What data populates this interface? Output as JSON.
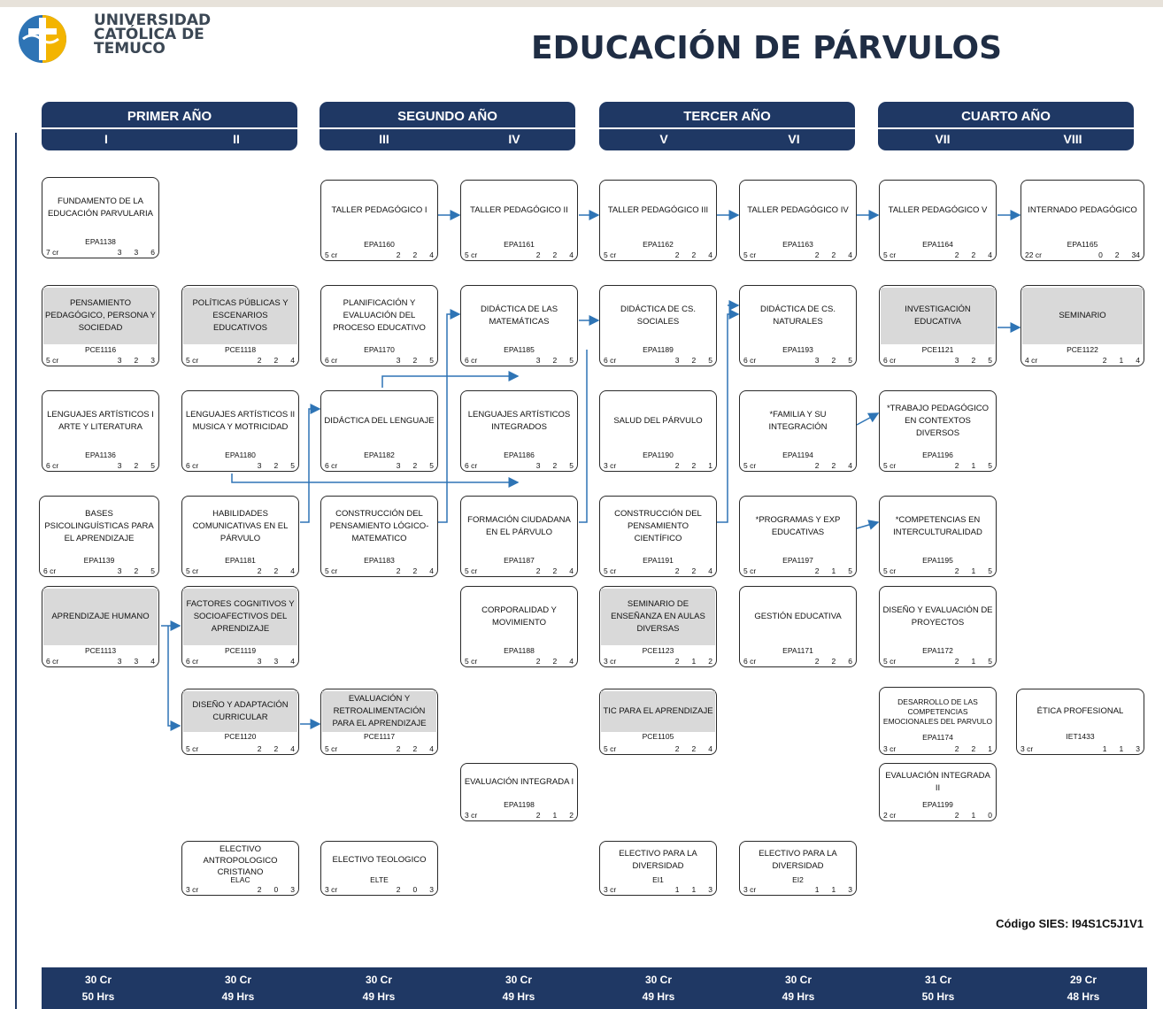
{
  "header": {
    "logo_lines": [
      "UNIVERSIDAD",
      "CATÓLICA DE",
      "TEMUCO"
    ],
    "title": "EDUCACIÓN DE PÁRVULOS",
    "colors": {
      "navy": "#1f3864",
      "gray_course": "#d9d9d9",
      "logo_blue": "#2e74b5",
      "logo_yellow": "#f3b400"
    }
  },
  "years": [
    {
      "label": "PRIMER AÑO",
      "semesters": [
        "I",
        "II"
      ]
    },
    {
      "label": "SEGUNDO AÑO",
      "semesters": [
        "III",
        "IV"
      ]
    },
    {
      "label": "TERCER AÑO",
      "semesters": [
        "V",
        "VI"
      ]
    },
    {
      "label": "CUARTO AÑO",
      "semesters": [
        "VII",
        "VIII"
      ]
    }
  ],
  "courses": [
    {
      "name": "FUNDAMENTO DE LA EDUCACIÓN PARVULARIA",
      "code": "EPA1138",
      "credits": "7 cr",
      "nums": [
        "3",
        "3",
        "6"
      ],
      "gray": false
    },
    {
      "name": "PENSAMIENTO PEDAGÓGICO, PERSONA Y SOCIEDAD",
      "code": "PCE1116",
      "credits": "5 cr",
      "nums": [
        "3",
        "2",
        "3"
      ],
      "gray": true
    },
    {
      "name": "LENGUAJES ARTÍSTICOS I ARTE Y LITERATURA",
      "code": "EPA1136",
      "credits": "6 cr",
      "nums": [
        "3",
        "2",
        "5"
      ],
      "gray": false
    },
    {
      "name": "BASES PSICOLINGUÍSTICAS PARA EL APRENDIZAJE",
      "code": "EPA1139",
      "credits": "6 cr",
      "nums": [
        "3",
        "2",
        "5"
      ],
      "gray": false
    },
    {
      "name": "APRENDIZAJE HUMANO",
      "code": "PCE1113",
      "credits": "6 cr",
      "nums": [
        "3",
        "3",
        "4"
      ],
      "gray": true
    },
    {
      "name": "POLÍTICAS PÚBLICAS Y ESCENARIOS EDUCATIVOS",
      "code": "PCE1118",
      "credits": "5 cr",
      "nums": [
        "2",
        "2",
        "4"
      ],
      "gray": true
    },
    {
      "name": "LENGUAJES ARTÍSTICOS II MUSICA Y MOTRICIDAD",
      "code": "EPA1180",
      "credits": "6 cr",
      "nums": [
        "3",
        "2",
        "5"
      ],
      "gray": false
    },
    {
      "name": "HABILIDADES COMUNICATIVAS EN EL PÁRVULO",
      "code": "EPA1181",
      "credits": "5 cr",
      "nums": [
        "2",
        "2",
        "4"
      ],
      "gray": false
    },
    {
      "name": "FACTORES COGNITIVOS Y SOCIOAFECTIVOS DEL APRENDIZAJE",
      "code": "PCE1119",
      "credits": "6 cr",
      "nums": [
        "3",
        "3",
        "4"
      ],
      "gray": true
    },
    {
      "name": "DISEÑO Y ADAPTACIÓN CURRICULAR",
      "code": "PCE1120",
      "credits": "5 cr",
      "nums": [
        "2",
        "2",
        "4"
      ],
      "gray": true
    },
    {
      "name": "ELECTIVO ANTROPOLOGICO CRISTIANO",
      "code": "ELAC",
      "credits": "3 cr",
      "nums": [
        "2",
        "0",
        "3"
      ],
      "gray": false
    },
    {
      "name": "TALLER PEDAGÓGICO I",
      "code": "EPA1160",
      "credits": "5 cr",
      "nums": [
        "2",
        "2",
        "4"
      ],
      "gray": false
    },
    {
      "name": "PLANIFICACIÓN Y EVALUACIÓN DEL PROCESO EDUCATIVO",
      "code": "EPA1170",
      "credits": "6 cr",
      "nums": [
        "3",
        "2",
        "5"
      ],
      "gray": false
    },
    {
      "name": "DIDÁCTICA DEL LENGUAJE",
      "code": "EPA1182",
      "credits": "6 cr",
      "nums": [
        "3",
        "2",
        "5"
      ],
      "gray": false
    },
    {
      "name": "CONSTRUCCIÓN DEL PENSAMIENTO LÓGICO-MATEMATICO",
      "code": "EPA1183",
      "credits": "5 cr",
      "nums": [
        "2",
        "2",
        "4"
      ],
      "gray": false
    },
    {
      "name": "EVALUACIÓN Y RETROALIMENTACIÓN PARA EL APRENDIZAJE",
      "code": "PCE1117",
      "credits": "5 cr",
      "nums": [
        "2",
        "2",
        "4"
      ],
      "gray": true
    },
    {
      "name": "ELECTIVO TEOLOGICO",
      "code": "ELTE",
      "credits": "3 cr",
      "nums": [
        "2",
        "0",
        "3"
      ],
      "gray": false
    },
    {
      "name": "TALLER PEDAGÓGICO II",
      "code": "EPA1161",
      "credits": "5 cr",
      "nums": [
        "2",
        "2",
        "4"
      ],
      "gray": false
    },
    {
      "name": "DIDÁCTICA DE LAS MATEMÁTICAS",
      "code": "EPA1185",
      "credits": "6 cr",
      "nums": [
        "3",
        "2",
        "5"
      ],
      "gray": false
    },
    {
      "name": "LENGUAJES ARTÍSTICOS INTEGRADOS",
      "code": "EPA1186",
      "credits": "6 cr",
      "nums": [
        "3",
        "2",
        "5"
      ],
      "gray": false
    },
    {
      "name": "FORMACIÓN CIUDADANA EN EL PÁRVULO",
      "code": "EPA1187",
      "credits": "5 cr",
      "nums": [
        "2",
        "2",
        "4"
      ],
      "gray": false
    },
    {
      "name": "CORPORALIDAD Y MOVIMIENTO",
      "code": "EPA1188",
      "credits": "5 cr",
      "nums": [
        "2",
        "2",
        "4"
      ],
      "gray": false
    },
    {
      "name": "EVALUACIÓN INTEGRADA I",
      "code": "EPA1198",
      "credits": "3 cr",
      "nums": [
        "2",
        "1",
        "2"
      ],
      "gray": false
    },
    {
      "name": "TALLER PEDAGÓGICO III",
      "code": "EPA1162",
      "credits": "5 cr",
      "nums": [
        "2",
        "2",
        "4"
      ],
      "gray": false
    },
    {
      "name": "DIDÁCTICA DE CS. SOCIALES",
      "code": "EPA1189",
      "credits": "6 cr",
      "nums": [
        "3",
        "2",
        "5"
      ],
      "gray": false
    },
    {
      "name": "SALUD DEL PÁRVULO",
      "code": "EPA1190",
      "credits": "3 cr",
      "nums": [
        "2",
        "2",
        "1"
      ],
      "gray": false
    },
    {
      "name": "CONSTRUCCIÓN DEL PENSAMIENTO CIENTÍFICO",
      "code": "EPA1191",
      "credits": "5 cr",
      "nums": [
        "2",
        "2",
        "4"
      ],
      "gray": false
    },
    {
      "name": "SEMINARIO DE ENSEÑANZA EN AULAS DIVERSAS",
      "code": "PCE1123",
      "credits": "3 cr",
      "nums": [
        "2",
        "1",
        "2"
      ],
      "gray": true
    },
    {
      "name": "TIC PARA EL APRENDIZAJE",
      "code": "PCE1105",
      "credits": "5 cr",
      "nums": [
        "2",
        "2",
        "4"
      ],
      "gray": true
    },
    {
      "name": "ELECTIVO PARA LA DIVERSIDAD",
      "code": "EI1",
      "credits": "3 cr",
      "nums": [
        "1",
        "1",
        "3"
      ],
      "gray": false
    },
    {
      "name": "TALLER PEDAGÓGICO IV",
      "code": "EPA1163",
      "credits": "5 cr",
      "nums": [
        "2",
        "2",
        "4"
      ],
      "gray": false
    },
    {
      "name": "DIDÁCTICA DE CS. NATURALES",
      "code": "EPA1193",
      "credits": "6 cr",
      "nums": [
        "3",
        "2",
        "5"
      ],
      "gray": false
    },
    {
      "name": "*FAMILIA Y SU INTEGRACIÓN",
      "code": "EPA1194",
      "credits": "5 cr",
      "nums": [
        "2",
        "2",
        "4"
      ],
      "gray": false
    },
    {
      "name": "*PROGRAMAS Y EXP EDUCATIVAS",
      "code": "EPA1197",
      "credits": "5 cr",
      "nums": [
        "2",
        "1",
        "5"
      ],
      "gray": false
    },
    {
      "name": "GESTIÓN EDUCATIVA",
      "code": "EPA1171",
      "credits": "6 cr",
      "nums": [
        "2",
        "2",
        "6"
      ],
      "gray": false
    },
    {
      "name": "ELECTIVO PARA LA DIVERSIDAD",
      "code": "EI2",
      "credits": "3 cr",
      "nums": [
        "1",
        "1",
        "3"
      ],
      "gray": false
    },
    {
      "name": "TALLER PEDAGÓGICO V",
      "code": "EPA1164",
      "credits": "5 cr",
      "nums": [
        "2",
        "2",
        "4"
      ],
      "gray": false
    },
    {
      "name": "INVESTIGACIÓN EDUCATIVA",
      "code": "PCE1121",
      "credits": "6 cr",
      "nums": [
        "3",
        "2",
        "5"
      ],
      "gray": true
    },
    {
      "name": "*TRABAJO PEDAGÓGICO EN CONTEXTOS DIVERSOS",
      "code": "EPA1196",
      "credits": "5 cr",
      "nums": [
        "2",
        "1",
        "5"
      ],
      "gray": false
    },
    {
      "name": "*COMPETENCIAS EN INTERCULTURALIDAD",
      "code": "EPA1195",
      "credits": "5 cr",
      "nums": [
        "2",
        "1",
        "5"
      ],
      "gray": false
    },
    {
      "name": "DISEÑO Y EVALUACIÓN DE PROYECTOS",
      "code": "EPA1172",
      "credits": "5 cr",
      "nums": [
        "2",
        "1",
        "5"
      ],
      "gray": false
    },
    {
      "name": "DESARROLLO DE LAS COMPETENCIAS EMOCIONALES DEL PARVULO",
      "code": "EPA1174",
      "credits": "3 cr",
      "nums": [
        "2",
        "2",
        "1"
      ],
      "gray": false
    },
    {
      "name": "EVALUACIÓN INTEGRADA II",
      "code": "EPA1199",
      "credits": "2 cr",
      "nums": [
        "2",
        "1",
        "0"
      ],
      "gray": false
    },
    {
      "name": "INTERNADO PEDAGÓGICO",
      "code": "EPA1165",
      "credits": "22 cr",
      "nums": [
        "0",
        "2",
        "34"
      ],
      "gray": false
    },
    {
      "name": "SEMINARIO",
      "code": "PCE1122",
      "credits": "4 cr",
      "nums": [
        "2",
        "1",
        "4"
      ],
      "gray": true
    },
    {
      "name": "ÉTICA PROFESIONAL",
      "code": "IET1433",
      "credits": "3 cr",
      "nums": [
        "1",
        "1",
        "3"
      ],
      "gray": false
    }
  ],
  "sies_code": "Código SIES: I94S1C5J1V1",
  "footer": [
    {
      "cr": "30 Cr",
      "hrs": "50 Hrs"
    },
    {
      "cr": "30 Cr",
      "hrs": "49 Hrs"
    },
    {
      "cr": "30 Cr",
      "hrs": "49 Hrs"
    },
    {
      "cr": "30 Cr",
      "hrs": "49 Hrs"
    },
    {
      "cr": "30 Cr",
      "hrs": "49 Hrs"
    },
    {
      "cr": "30 Cr",
      "hrs": "49 Hrs"
    },
    {
      "cr": "31 Cr",
      "hrs": "50 Hrs"
    },
    {
      "cr": "29 Cr",
      "hrs": "48 Hrs"
    }
  ]
}
